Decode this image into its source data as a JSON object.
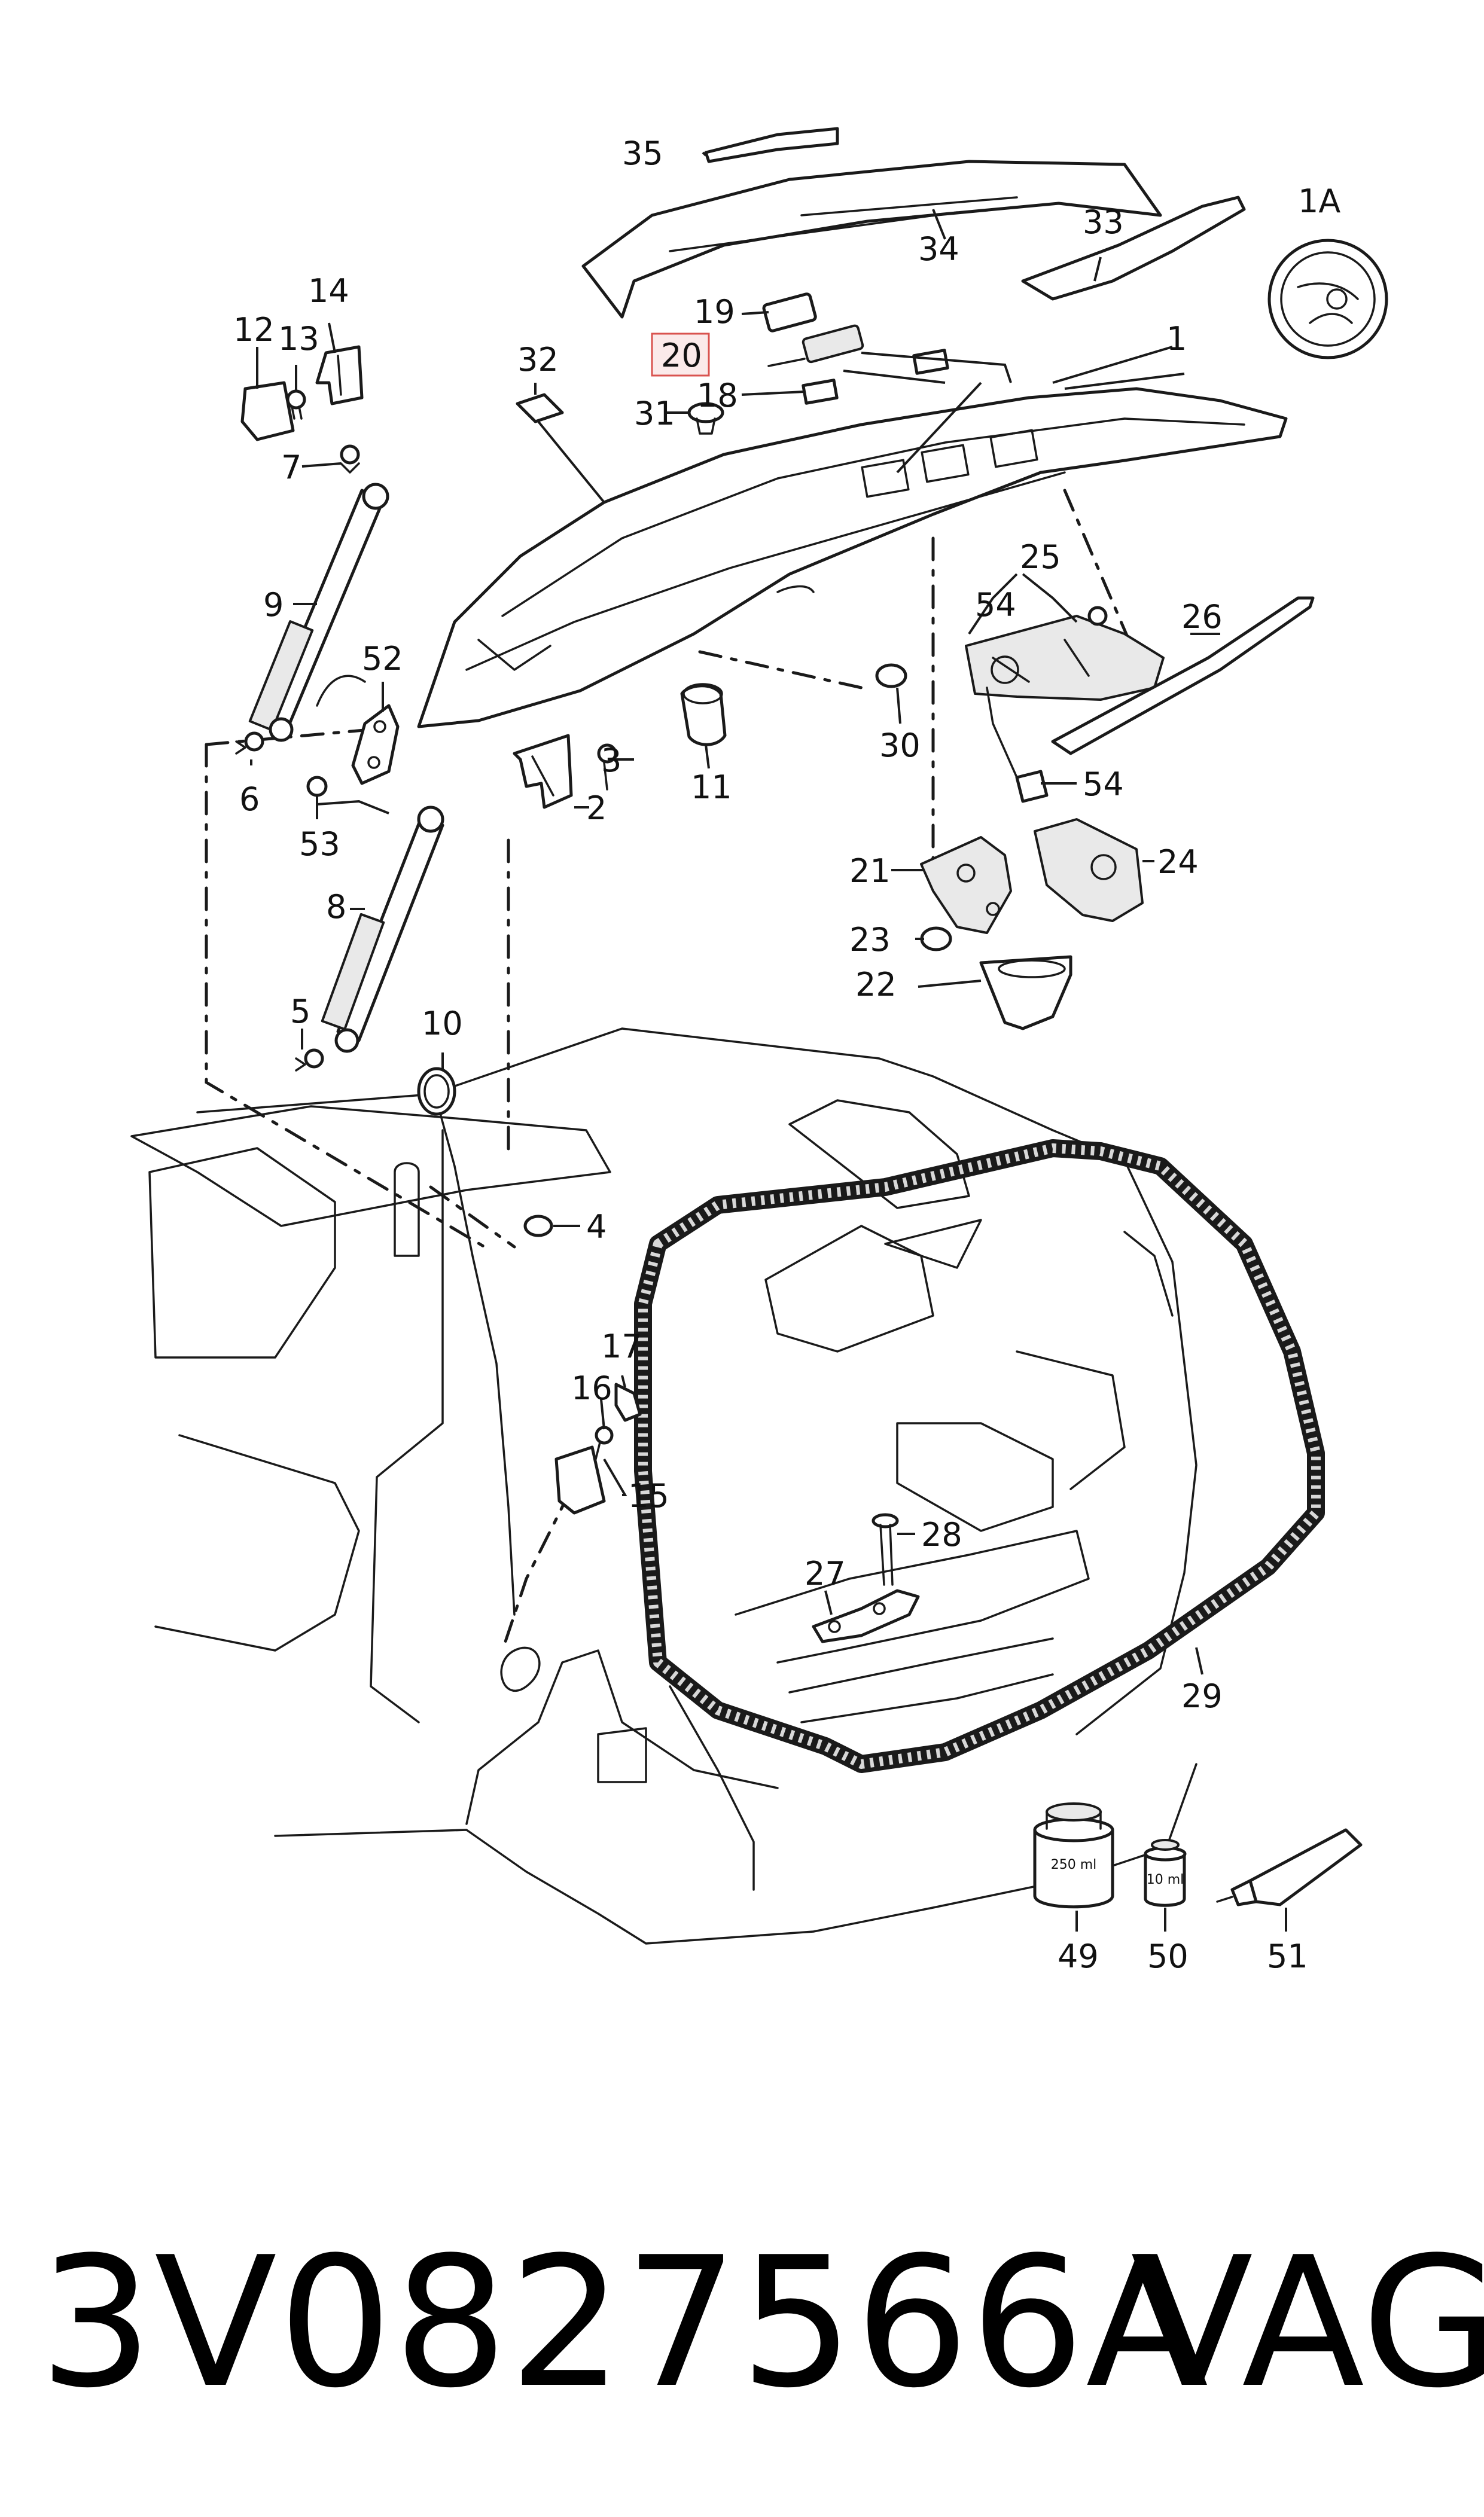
{
  "diagram": {
    "callouts": [
      {
        "id": "1",
        "text": "1"
      },
      {
        "id": "1A",
        "text": "1A"
      },
      {
        "id": "2",
        "text": "2"
      },
      {
        "id": "3",
        "text": "3"
      },
      {
        "id": "4",
        "text": "4"
      },
      {
        "id": "5",
        "text": "5"
      },
      {
        "id": "6",
        "text": "6"
      },
      {
        "id": "7",
        "text": "7"
      },
      {
        "id": "8",
        "text": "8"
      },
      {
        "id": "9",
        "text": "9"
      },
      {
        "id": "10",
        "text": "10"
      },
      {
        "id": "11",
        "text": "11"
      },
      {
        "id": "12",
        "text": "12"
      },
      {
        "id": "13",
        "text": "13"
      },
      {
        "id": "14",
        "text": "14"
      },
      {
        "id": "15",
        "text": "15"
      },
      {
        "id": "16",
        "text": "16"
      },
      {
        "id": "17",
        "text": "17"
      },
      {
        "id": "18",
        "text": "18"
      },
      {
        "id": "19",
        "text": "19"
      },
      {
        "id": "20",
        "text": "20",
        "highlighted": true
      },
      {
        "id": "21",
        "text": "21"
      },
      {
        "id": "22",
        "text": "22"
      },
      {
        "id": "23",
        "text": "23"
      },
      {
        "id": "24",
        "text": "24"
      },
      {
        "id": "25",
        "text": "25"
      },
      {
        "id": "26",
        "text": "26"
      },
      {
        "id": "27",
        "text": "27"
      },
      {
        "id": "28",
        "text": "28"
      },
      {
        "id": "29",
        "text": "29"
      },
      {
        "id": "30",
        "text": "30"
      },
      {
        "id": "31",
        "text": "31"
      },
      {
        "id": "32",
        "text": "32"
      },
      {
        "id": "33",
        "text": "33"
      },
      {
        "id": "34",
        "text": "34"
      },
      {
        "id": "35",
        "text": "35"
      },
      {
        "id": "49",
        "text": "49"
      },
      {
        "id": "50",
        "text": "50"
      },
      {
        "id": "51",
        "text": "51"
      },
      {
        "id": "52",
        "text": "52"
      },
      {
        "id": "53",
        "text": "53"
      },
      {
        "id": "54a",
        "text": "54"
      },
      {
        "id": "54b",
        "text": "54"
      }
    ],
    "container_labels": {
      "large": "250 ml",
      "small": "10 ml"
    },
    "highlight_color": "#d9534f"
  },
  "footer": {
    "part_number": "3V0827566A",
    "brand": "VAG"
  }
}
